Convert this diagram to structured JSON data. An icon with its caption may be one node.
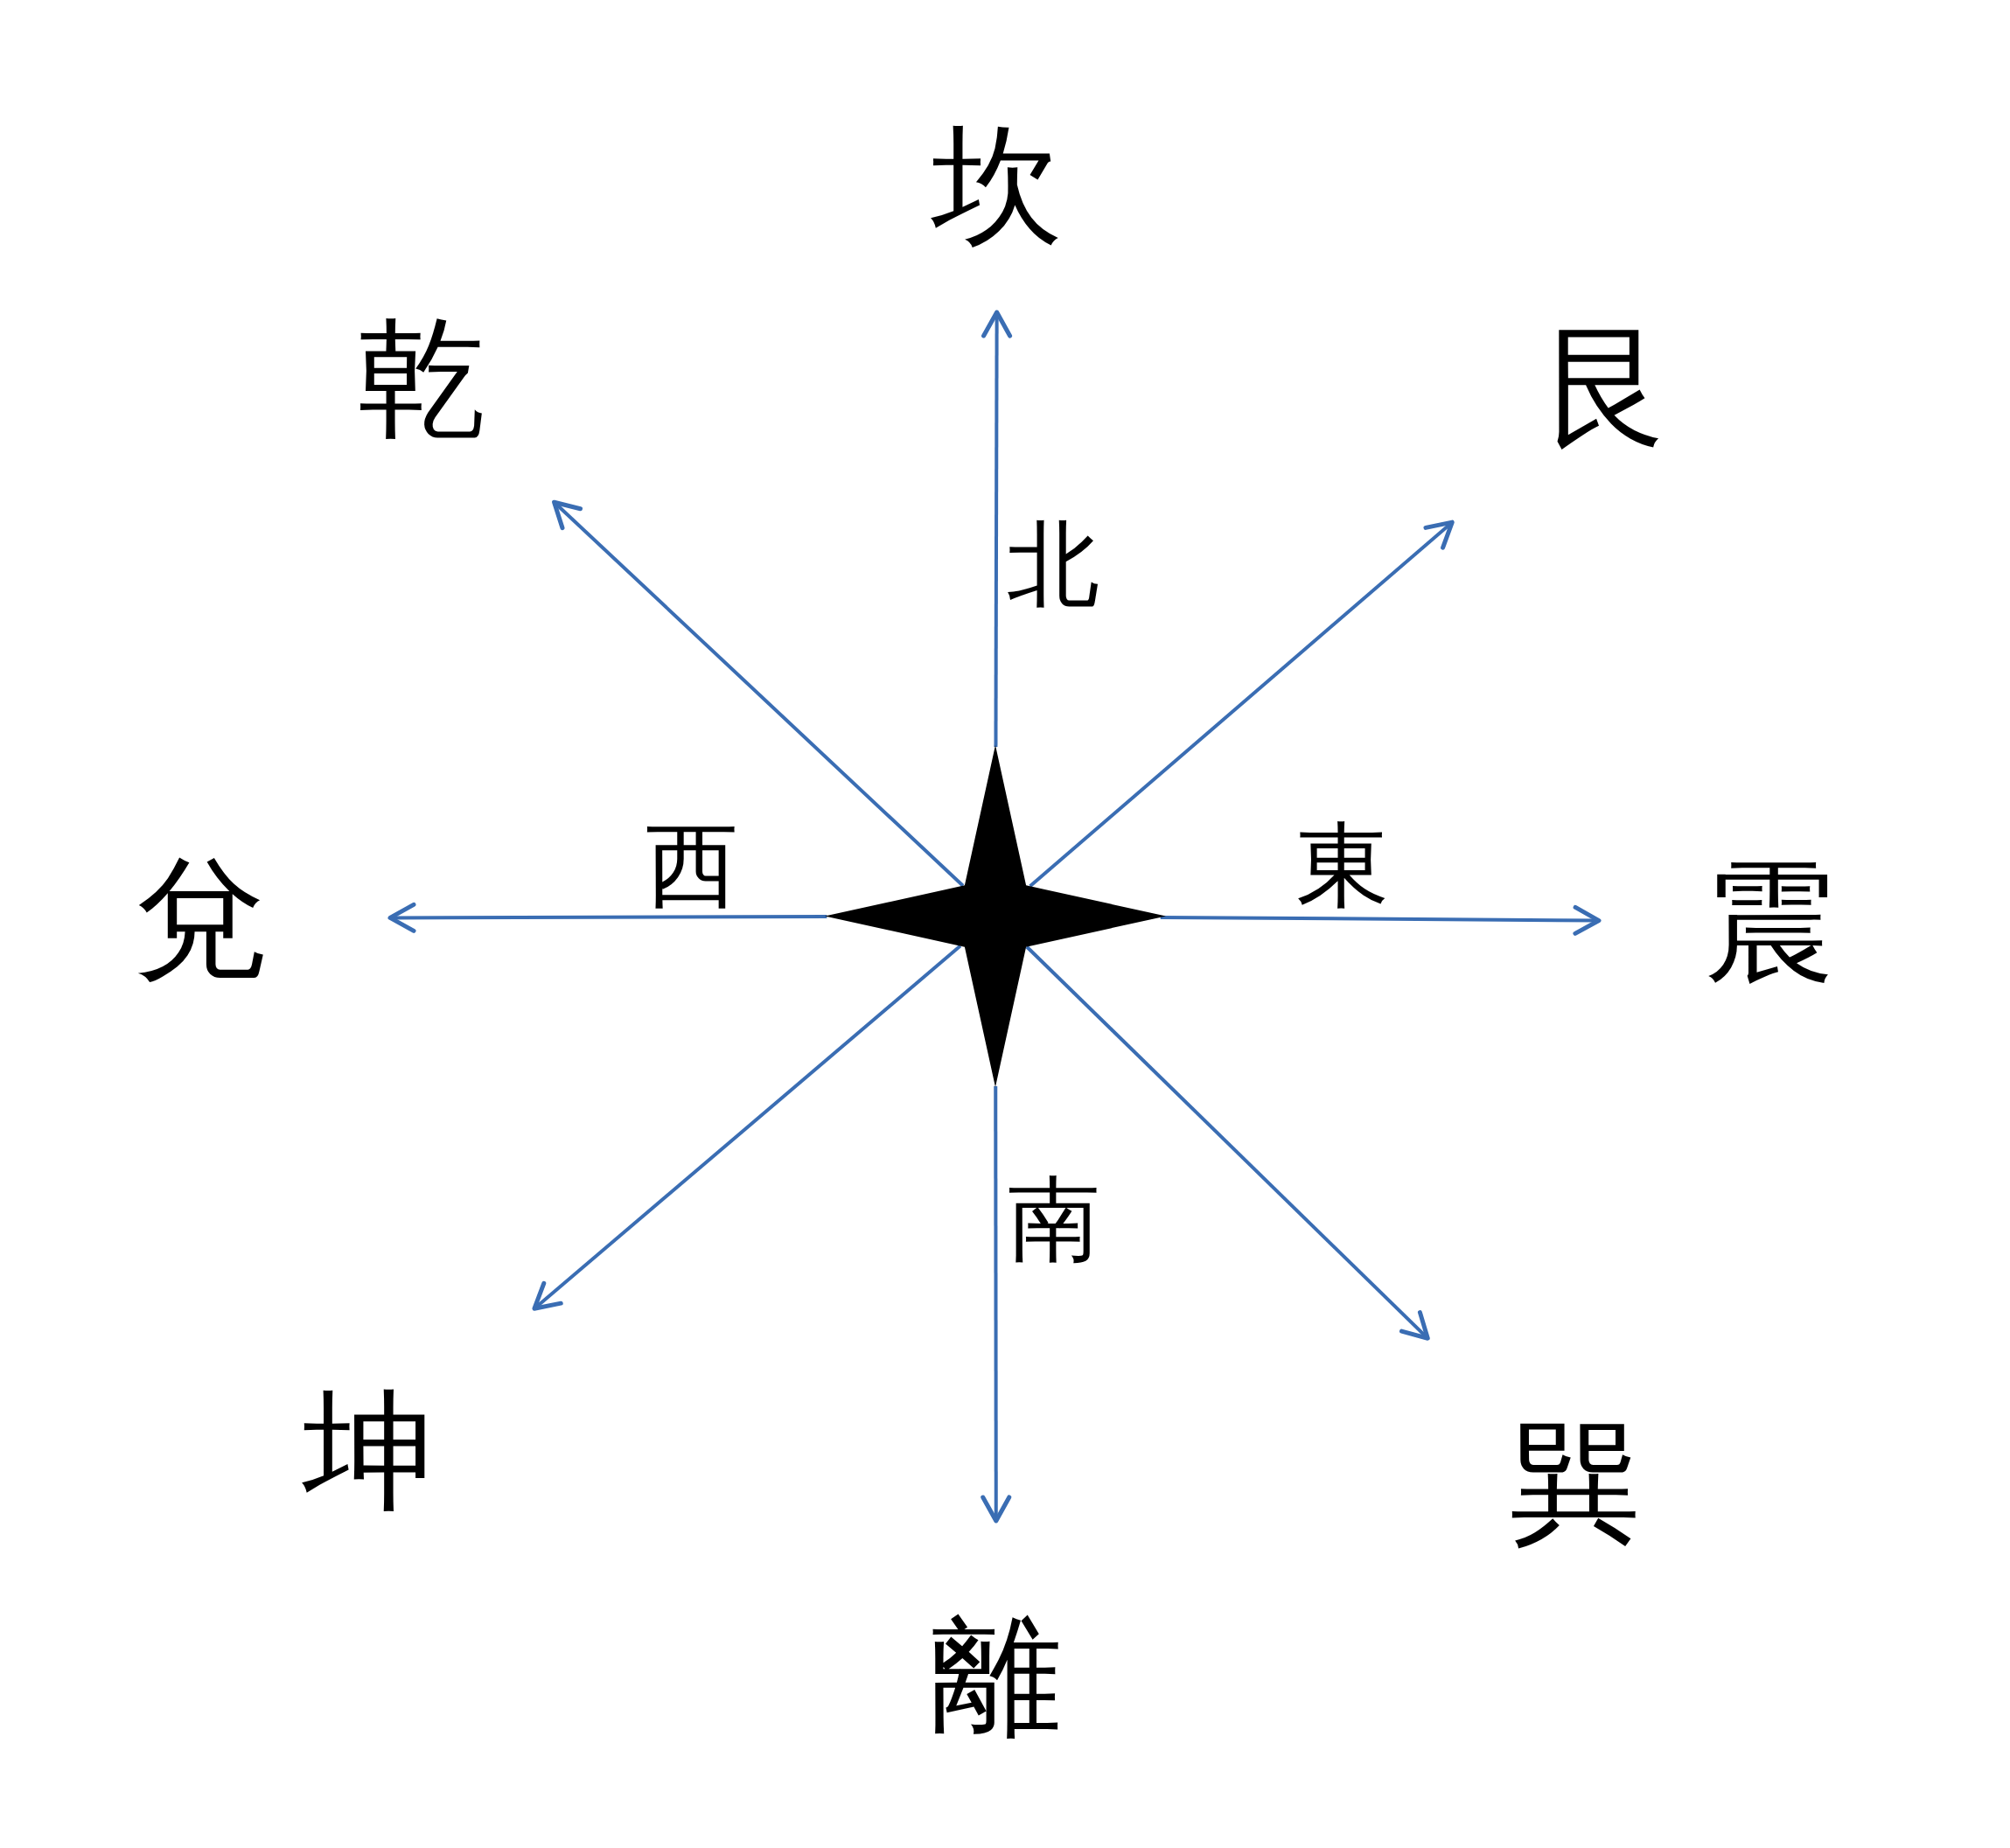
{
  "diagram": {
    "nodes": [
      {
        "text": [
          "坎"
        ]
      },
      {
        "text": [
          "乾"
        ]
      },
      {
        "text": [
          "艮"
        ]
      },
      {
        "text": [
          "兌"
        ]
      },
      {
        "text": [],
        "shape": "star"
      },
      {
        "text": [
          "震"
        ]
      },
      {
        "text": [
          "坤"
        ]
      },
      {
        "text": [
          "巽"
        ]
      },
      {
        "text": [
          "離"
        ]
      }
    ],
    "edges": [
      {
        "from": 4,
        "to": 0,
        "arrow": "to",
        "label": "北"
      },
      {
        "from": 4,
        "to": 2,
        "arrow": "to"
      },
      {
        "from": 4,
        "to": 5,
        "arrow": "to",
        "label": "東"
      },
      {
        "from": 4,
        "to": 7,
        "arrow": "to"
      },
      {
        "from": 4,
        "to": 8,
        "arrow": "to",
        "label": "南"
      },
      {
        "from": 4,
        "to": 6,
        "arrow": "to"
      },
      {
        "from": 4,
        "to": 3,
        "arrow": "to",
        "label": "西"
      },
      {
        "from": 4,
        "to": 1,
        "arrow": "to"
      }
    ]
  }
}
